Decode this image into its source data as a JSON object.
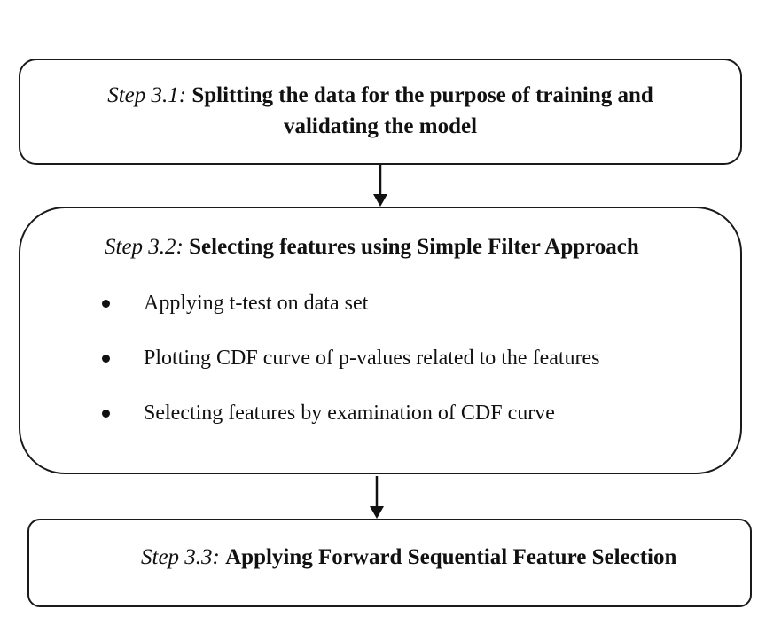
{
  "steps": [
    {
      "label": "Step 3.1:",
      "title_line1": "Splitting the data for the purpose of training and",
      "title_line2": "validating the model"
    },
    {
      "label": "Step 3.2:",
      "title": "Selecting features using Simple Filter Approach",
      "bullets": [
        "Applying t-test on data set",
        "Plotting CDF curve of p-values related to the features",
        "Selecting features by examination of CDF curve"
      ]
    },
    {
      "label": "Step 3.3:",
      "title": "Applying Forward Sequential Feature Selection"
    }
  ]
}
